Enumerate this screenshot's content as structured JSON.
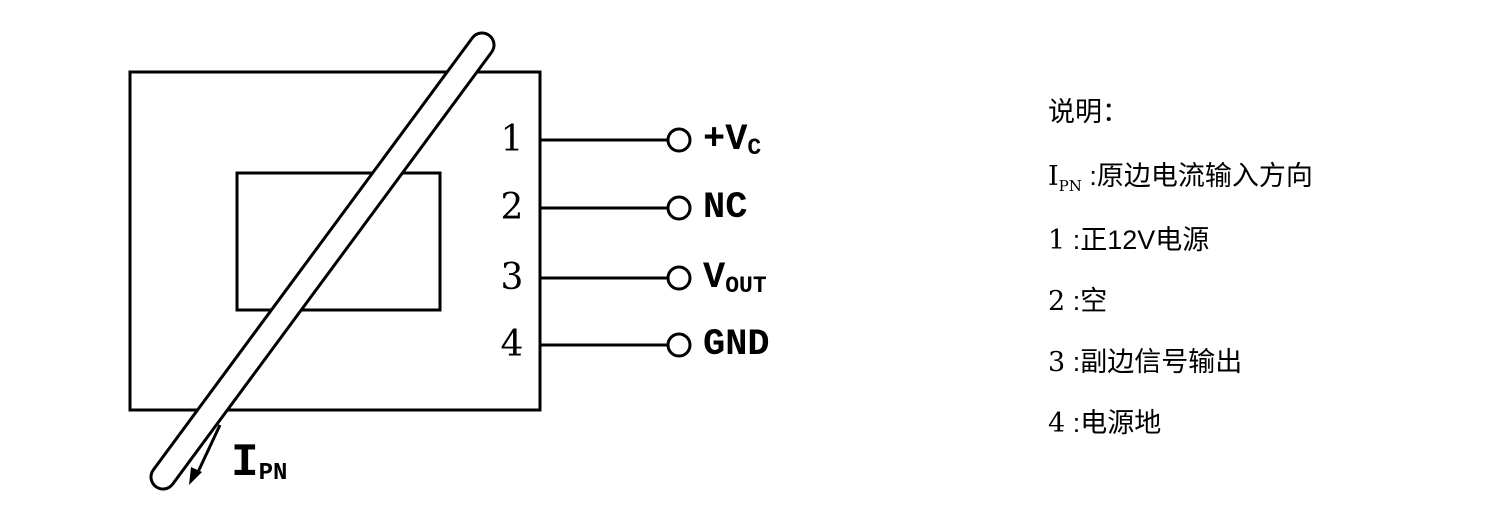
{
  "diagram": {
    "pins": [
      {
        "number": "1",
        "label": "+V",
        "sub": "C"
      },
      {
        "number": "2",
        "label": "NC",
        "sub": ""
      },
      {
        "number": "3",
        "label": "V",
        "sub": "OUT"
      },
      {
        "number": "4",
        "label": "GND",
        "sub": ""
      }
    ],
    "current": {
      "main": "I",
      "sub": "PN"
    }
  },
  "legend": {
    "title": "说明：",
    "items": [
      {
        "label": "I",
        "sub": "PN",
        "desc": " :原边电流输入方向"
      },
      {
        "label": "1",
        "sub": "",
        "desc": " :正12V电源"
      },
      {
        "label": "2",
        "sub": "",
        "desc": " :空"
      },
      {
        "label": "3",
        "sub": "",
        "desc": " :副边信号输出"
      },
      {
        "label": "4",
        "sub": "",
        "desc": " :电源地"
      }
    ]
  }
}
